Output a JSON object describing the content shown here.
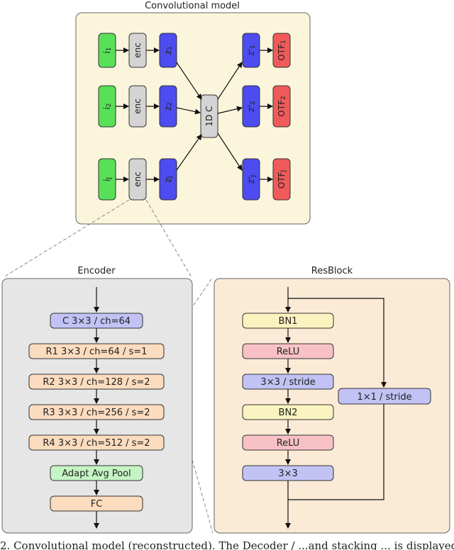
{
  "titles": {
    "conv_model": "Convolutional model",
    "encoder": "Encoder",
    "resblock": "ResBlock"
  },
  "conv_model": {
    "inputs": [
      "i",
      "i",
      "i"
    ],
    "input_subs": [
      "1",
      "2",
      "J"
    ],
    "enc_label": "enc",
    "latents": [
      "z",
      "z",
      "z"
    ],
    "latent_subs": [
      "1",
      "2",
      "J"
    ],
    "center_label": "1D C",
    "out_latents": [
      "z'",
      "z'",
      "z'"
    ],
    "out_latent_subs": [
      "1",
      "2",
      "J"
    ],
    "otfs": [
      "OTF",
      "OTF",
      "OTF"
    ],
    "otf_subs": [
      "1",
      "2",
      "J"
    ]
  },
  "encoder": {
    "layers": [
      "C 3×3 / ch=64",
      "R1 3×3 / ch=64 / s=1",
      "R2 3×3 / ch=128 / s=2",
      "R3 3×3 / ch=256 / s=2",
      "R4 3×3 / ch=512 / s=2",
      "Adapt Avg Pool",
      "FC"
    ]
  },
  "resblock": {
    "layers": [
      "BN1",
      "ReLU",
      "3×3 / stride",
      "BN2",
      "ReLU",
      "3×3"
    ],
    "shortcut": "1×1 / stride"
  },
  "caption": "2.  Convolutional model (reconstructed). The Decoder  /  ...and stacking ...  is displayed"
}
